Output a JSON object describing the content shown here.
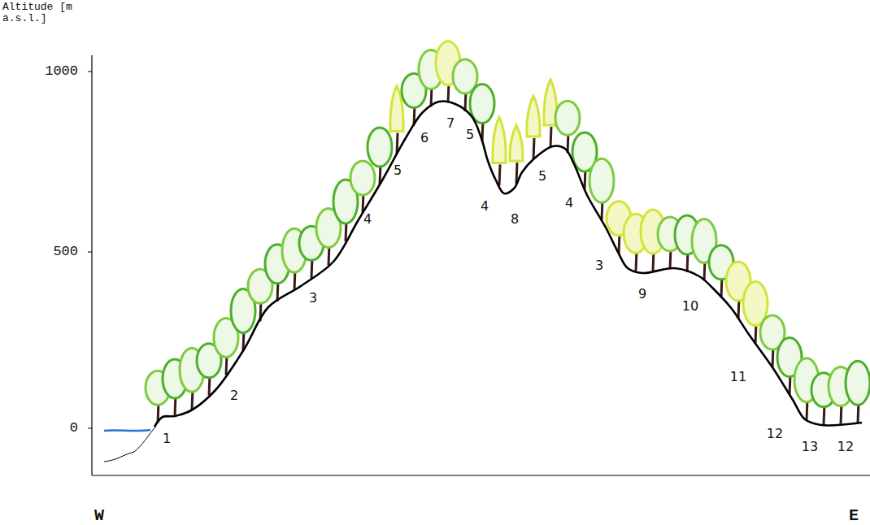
{
  "diagram": {
    "labels": [
      "Altitude [m a.s.l.]",
      "1000",
      "500",
      "0",
      "W",
      "E",
      "1",
      "2",
      "3",
      "4",
      "5",
      "6",
      "7",
      "5",
      "4",
      "8",
      "5",
      "4",
      "3",
      "9",
      "10",
      "11",
      "12",
      "13",
      "12"
    ]
  }
}
